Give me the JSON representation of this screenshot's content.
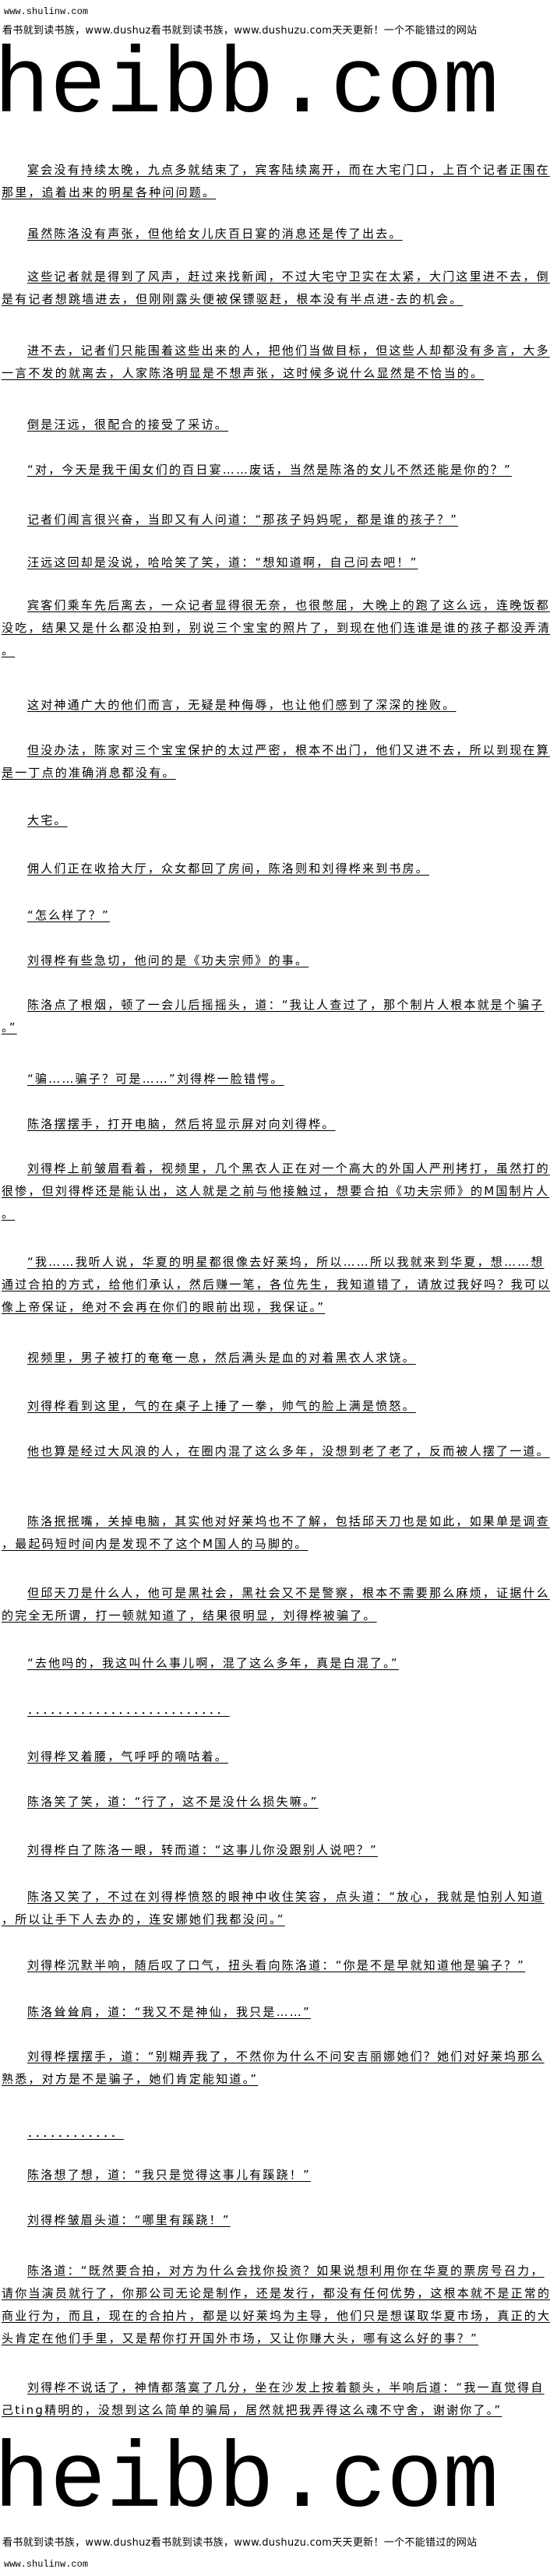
{
  "header": {
    "site": "www.shulinw.com",
    "banner": "看书就到读书族，www.dushuz看书就到读书族，www.dushuzu.com天天更新！一个不能错过的网站",
    "logo": "heibb.com"
  },
  "paragraphs": [
    {
      "lines": [
        "宴会没有持续太晚，九点多就结束了，宾客陆续离开，而在大宅门口，上百个记者正围在",
        "那里，追着出来的明星各种问问题。"
      ]
    },
    {
      "lines": [
        "虽然陈洛没有声张，但他给女儿庆百日宴的消息还是传了出去。"
      ]
    },
    {
      "lines": [
        "这些记者就是得到了风声，赶过来找新闻，不过大宅守卫实在太紧，大门这里进不去，倒",
        "是有记者想跳墙进去，但刚刚露头便被保镖驱赶，根本没有半点进-去的机会。"
      ]
    },
    {
      "lines": [
        "进不去，记者们只能围着这些出来的人，把他们当做目标，但这些人却都没有多言，大多",
        "一言不发的就离去，人家陈洛明显是不想声张，这时候多说什么显然是不恰当的。"
      ]
    },
    {
      "lines": [
        "倒是汪远，很配合的接受了采访。"
      ]
    },
    {
      "lines": [
        "“对，今天是我干闺女们的百日宴……废话，当然是陈洛的女儿不然还能是你的？”"
      ]
    },
    {
      "lines": [
        "记者们闻言很兴奋，当即又有人问道：“那孩子妈妈呢，都是谁的孩子？”"
      ]
    },
    {
      "lines": [
        "汪远这回却是没说，哈哈笑了笑，道：“想知道啊，自己问去吧！”"
      ]
    },
    {
      "lines": [
        "宾客们乘车先后离去，一众记者显得很无奈，也很憋屈，大晚上的跑了这么远，连晚饭都",
        "没吃，结果又是什么都没拍到，别说三个宝宝的照片了，到现在他们连谁是谁的孩子都没弄清",
        "。"
      ]
    },
    {
      "lines": [
        "这对神通广大的他们而言，无疑是种侮辱，也让他们感到了深深的挫败。"
      ]
    },
    {
      "lines": [
        "但没办法，陈家对三个宝宝保护的太过严密，根本不出门，他们又进不去，所以到现在算",
        "是一丁点的准确消息都没有。"
      ]
    },
    {
      "lines": [
        "大宅。"
      ]
    },
    {
      "lines": [
        "佣人们正在收拾大厅，众女都回了房间，陈洛则和刘得桦来到书房。"
      ]
    },
    {
      "lines": [
        "“怎么样了？”"
      ]
    },
    {
      "lines": [
        "刘得桦有些急切，他问的是《功夫宗师》的事。"
      ]
    },
    {
      "lines": [
        "陈洛点了根烟，顿了一会儿后摇摇头，道：“我让人查过了，那个制片人根本就是个骗子",
        "。”"
      ]
    },
    {
      "lines": [
        "“骗……骗子？可是……”刘得桦一脸错愕。"
      ]
    },
    {
      "lines": [
        "陈洛摆摆手，打开电脑，然后将显示屏对向刘得桦。"
      ]
    },
    {
      "lines": [
        "刘得桦上前皱眉看着，视频里，几个黑衣人正在对一个高大的外国人严刑拷打，虽然打的",
        "很惨，但刘得桦还是能认出，这人就是之前与他接触过，想要合拍《功夫宗师》的M国制片人",
        "。"
      ]
    },
    {
      "lines": [
        "“我……我听人说，华夏的明星都很像去好莱坞，所以……所以我就来到华夏，想……想",
        "通过合拍的方式，给他们承认，然后赚一笔，各位先生，我知道错了，请放过我好吗？我可以",
        "像上帝保证，绝对不会再在你们的眼前出现，我保证。”"
      ]
    },
    {
      "lines": [
        "视频里，男子被打的奄奄一息，然后满头是血的对着黑衣人求饶。"
      ]
    },
    {
      "lines": [
        "刘得桦看到这里，气的在桌子上捶了一拳，帅气的脸上满是愤怒。"
      ]
    },
    {
      "lines": [
        "他也算是经过大风浪的人，在圈内混了这么多年，没想到老了老了，反而被人摆了一道。"
      ]
    },
    {
      "lines": [
        "陈洛抿抿嘴，关掉电脑，其实他对好莱坞也不了解，包括邱天刀也是如此，如果单是调查",
        "，最起码短时间内是发现不了这个M国人的马脚的。"
      ]
    },
    {
      "lines": [
        "但邱天刀是什么人，他可是黑社会，黑社会又不是警察，根本不需要那么麻烦，证据什么",
        "的完全无所谓，打一顿就知道了，结果很明显，刘得桦被骗了。"
      ]
    },
    {
      "lines": [
        "“去他吗的，我这叫什么事儿啊，混了这么多年，真是白混了。”"
      ]
    },
    {
      "lines": [
        "．．．．．．．．．．．．．．．．．．．．．．．．．．"
      ]
    },
    {
      "lines": [
        "刘得桦叉着腰，气呼呼的嘀咕着。"
      ]
    },
    {
      "lines": [
        "陈洛笑了笑，道：“行了，这不是没什么损失嘛。”"
      ]
    },
    {
      "lines": [
        "刘得桦白了陈洛一眼，转而道：“这事儿你没跟别人说吧？”"
      ]
    },
    {
      "lines": [
        "陈洛又笑了，不过在刘得桦愤怒的眼神中收住笑容，点头道：“放心，我就是怕别人知道",
        "，所以让手下人去办的，连安娜她们我都没问。”"
      ]
    },
    {
      "lines": [
        "刘得桦沉默半响，随后叹了口气，扭头看向陈洛道：“你是不是早就知道他是骗子？”"
      ]
    },
    {
      "lines": [
        "陈洛耸耸肩，道：“我又不是神仙，我只是……”"
      ]
    },
    {
      "lines": [
        "刘得桦摆摆手，道：“别糊弄我了，不然你为什么不问安吉丽娜她们？她们对好莱坞那么",
        "熟悉，对方是不是骗子，她们肯定能知道。”"
      ]
    },
    {
      "lines": [
        "．．．．．．．．．．．．"
      ]
    },
    {
      "lines": [
        "陈洛想了想，道：“我只是觉得这事儿有蹊跷！”"
      ]
    },
    {
      "lines": [
        "刘得桦皱眉头道：“哪里有蹊跷！”"
      ]
    },
    {
      "lines": [
        "陈洛道：“既然要合拍，对方为什么会找你投资？如果说想利用你在华夏的票房号召力，",
        "请你当演员就行了，你那公司无论是制作，还是发行，都没有任何优势，这根本就不是正常的",
        "商业行为，而且，现在的合拍片，都是以好莱坞为主导，他们只是想谋取华夏市场，真正的大",
        "头肯定在他们手里，又是帮你打开国外市场，又让你赚大头，哪有这么好的事？”"
      ]
    },
    {
      "lines": [
        "刘得桦不说话了，神情都落寞了几分，坐在沙发上按着额头，半响后道：“我一直觉得自",
        "己ting精明的，没想到这么简单的骗局，居然就把我弄得这么魂不守舍，谢谢你了。”"
      ]
    }
  ],
  "footer": {
    "logo": "heibb.com",
    "banner": "看书就到读书族，www.dushuz看书就到读书族，www.dushuzu.com天天更新！一个不能错过的网站",
    "site": "www.shulinw.com"
  }
}
